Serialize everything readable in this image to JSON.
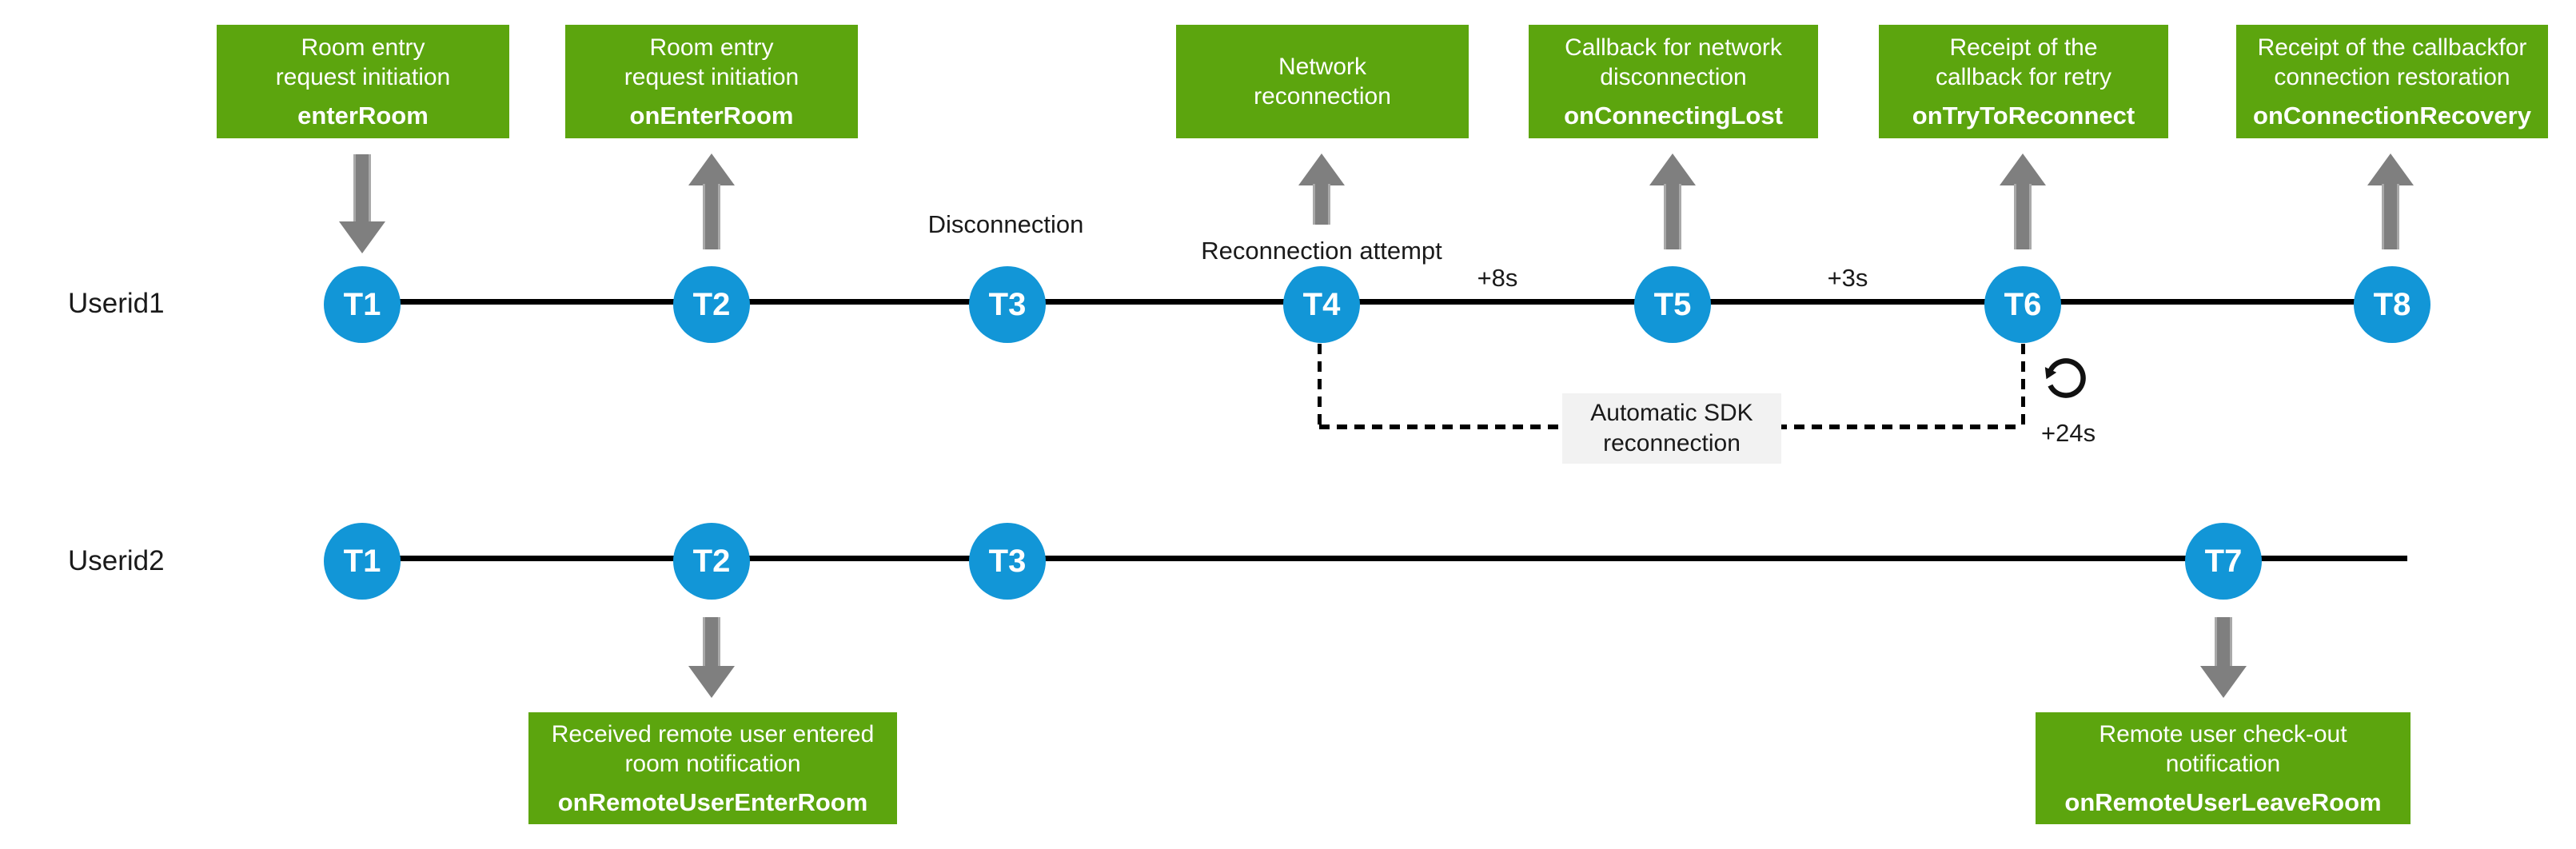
{
  "diagram": {
    "type": "timeline-sequence",
    "colors": {
      "callout_green": "#5CA50E",
      "node_blue": "#1296D7",
      "arrow_gray": "#7F7F7F",
      "arrow_gray_border": "#A9A9A9",
      "timeline_black": "#000000",
      "label_box_gray": "#F2F2F2",
      "text_dark": "#1A1A1A"
    }
  },
  "lanes": [
    {
      "label": "Userid1",
      "nodes": [
        {
          "label": "T1"
        },
        {
          "label": "T2"
        },
        {
          "label": "T3"
        },
        {
          "label": "T4"
        },
        {
          "label": "T5"
        },
        {
          "label": "T6"
        },
        {
          "label": "T8"
        }
      ]
    },
    {
      "label": "Userid2",
      "nodes": [
        {
          "label": "T1"
        },
        {
          "label": "T2"
        },
        {
          "label": "T3"
        },
        {
          "label": "T7"
        }
      ]
    }
  ],
  "callouts": [
    {
      "lines": [
        "Room entry",
        "request initiation"
      ],
      "api": "enterRoom",
      "direction": "down"
    },
    {
      "lines": [
        "Room entry",
        "request initiation"
      ],
      "api": "onEnterRoom",
      "direction": "up"
    },
    {
      "lines": [
        "Network",
        "reconnection"
      ],
      "api": "",
      "direction": "up"
    },
    {
      "lines": [
        "Callback for network",
        "disconnection"
      ],
      "api": "onConnectingLost",
      "direction": "up"
    },
    {
      "lines": [
        "Receipt of the",
        "callback for retry"
      ],
      "api": "onTryToReconnect",
      "direction": "up"
    },
    {
      "lines": [
        "Receipt of the callbackfor",
        "connection restoration"
      ],
      "api": "onConnectionRecovery",
      "direction": "up"
    },
    {
      "lines": [
        "Received remote user entered",
        "room notification"
      ],
      "api": "onRemoteUserEnterRoom",
      "direction": "down"
    },
    {
      "lines": [
        "Remote user check-out",
        "notification"
      ],
      "api": "onRemoteUserLeaveRoom",
      "direction": "down"
    }
  ],
  "annotations": {
    "disconnection": "Disconnection",
    "reconnection_attempt": "Reconnection attempt",
    "plus_8s": "+8s",
    "plus_3s": "+3s",
    "plus_24s": "+24s",
    "auto_sdk": {
      "lines": [
        "Automatic SDK",
        "reconnection"
      ]
    }
  }
}
